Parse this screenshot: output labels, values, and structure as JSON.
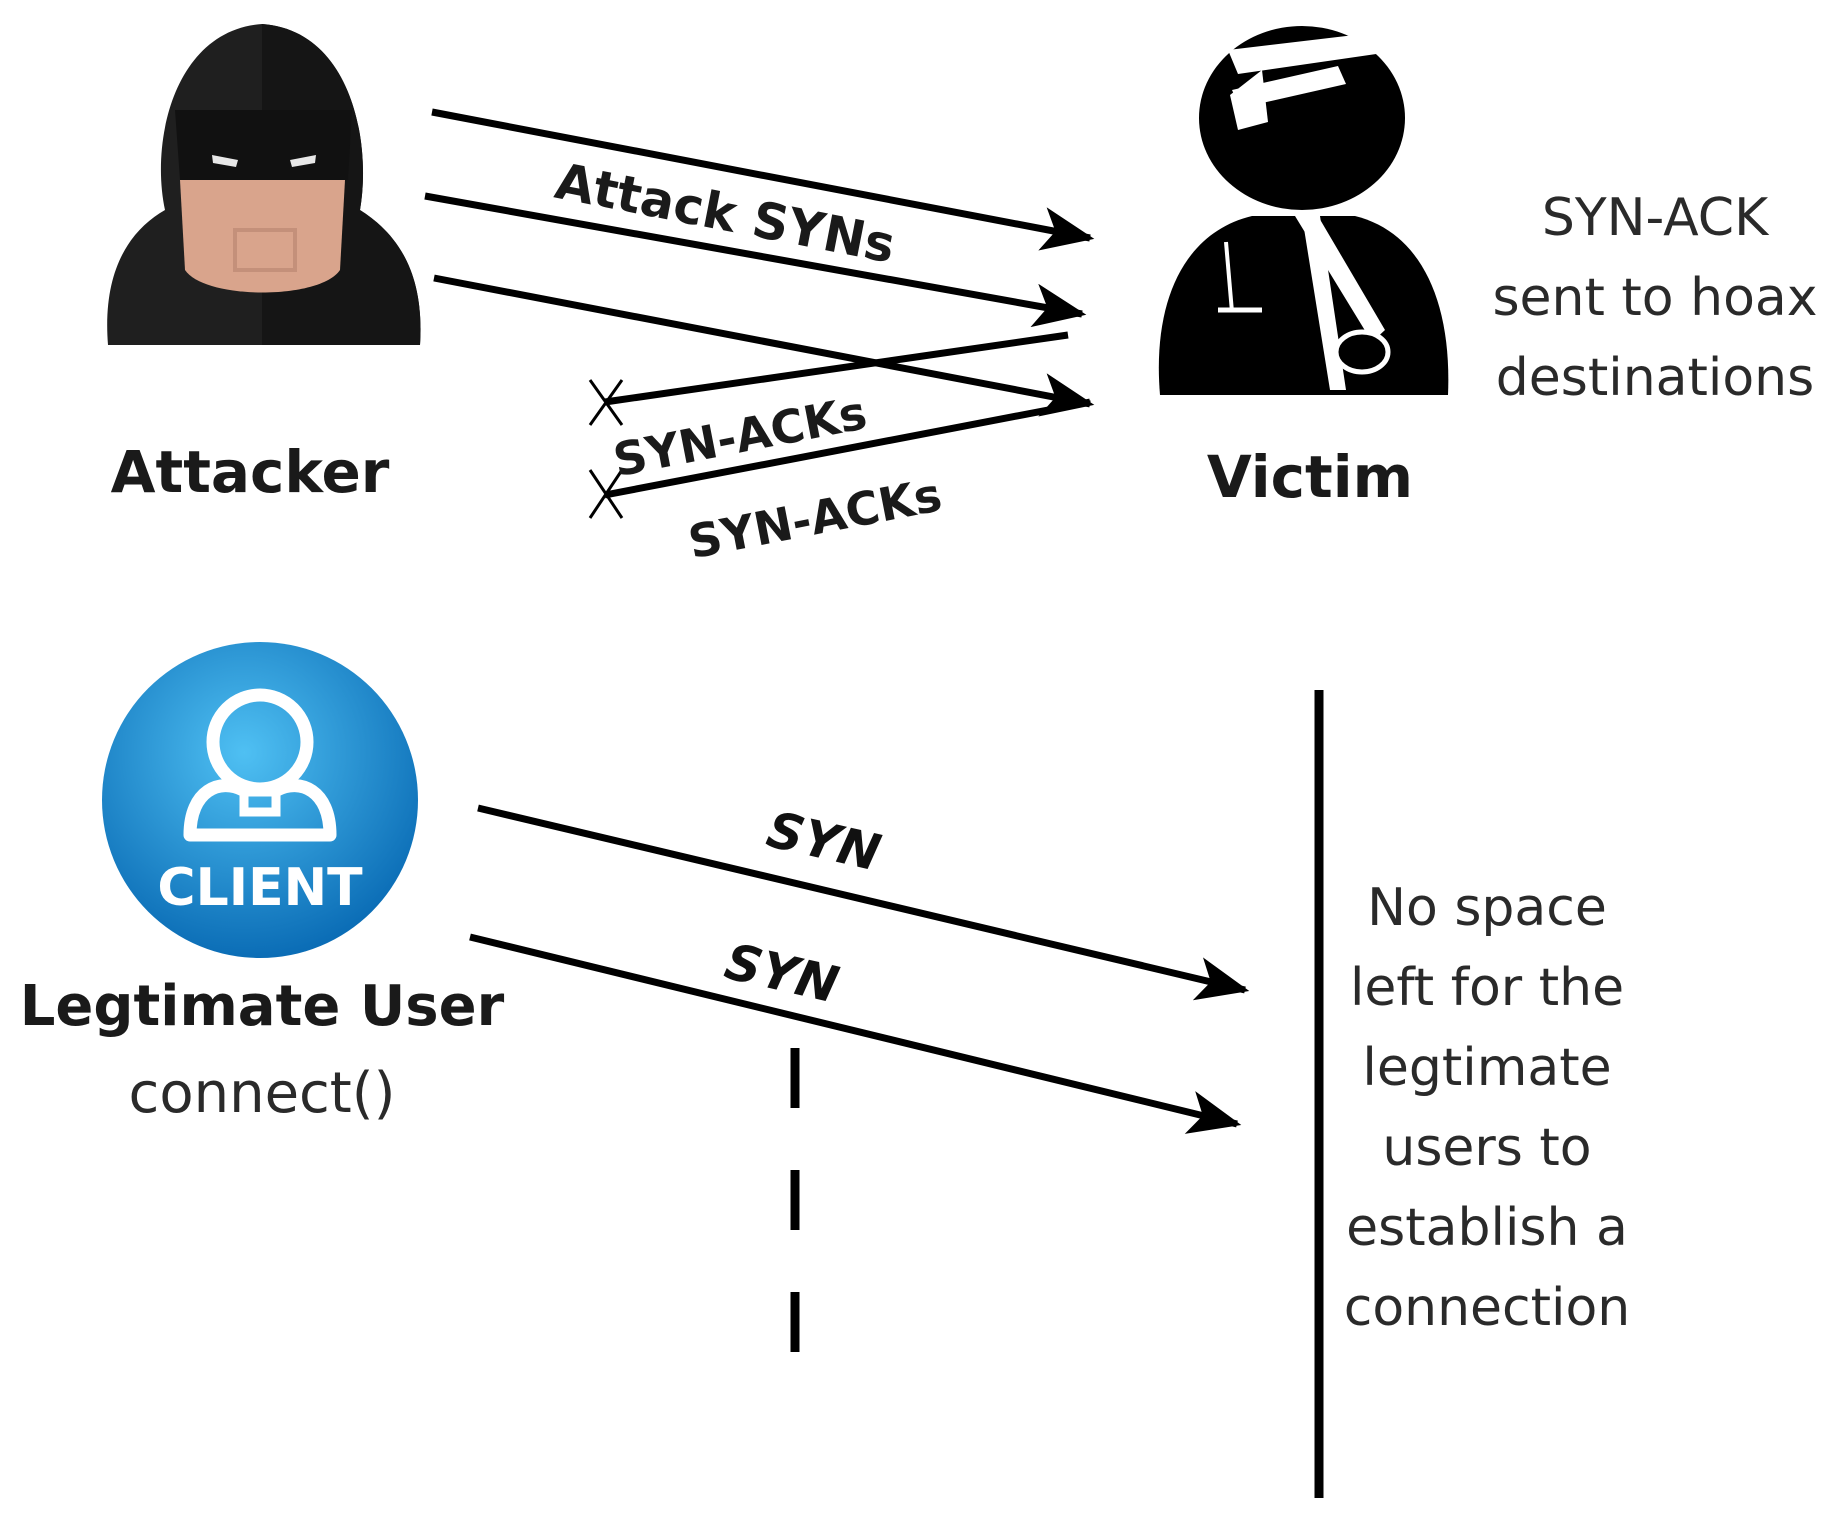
{
  "actors": {
    "attacker": {
      "label": "Attacker"
    },
    "victim": {
      "label": "Victim"
    },
    "client": {
      "badge": "CLIENT",
      "label": "Legtimate User",
      "call": "connect()"
    }
  },
  "arrows": {
    "attack_label": "Attack SYNs",
    "synack_label_1": "SYN-ACKs",
    "synack_label_2": "SYN-ACKs",
    "syn_label_1": "SYN",
    "syn_label_2": "SYN"
  },
  "notes": {
    "synack_note": [
      "SYN-ACK",
      "sent to hoax",
      "destinations"
    ],
    "no_space_note": [
      "No space",
      "left for the",
      "legtimate",
      "users to",
      "establish a",
      "connection"
    ]
  },
  "colors": {
    "line": "#000000",
    "client_blue_light": "#3fb0ec",
    "client_blue_dark": "#0a6fb8",
    "attacker_skin": "#d9a48c",
    "attacker_hood": "#1f1f1f"
  }
}
